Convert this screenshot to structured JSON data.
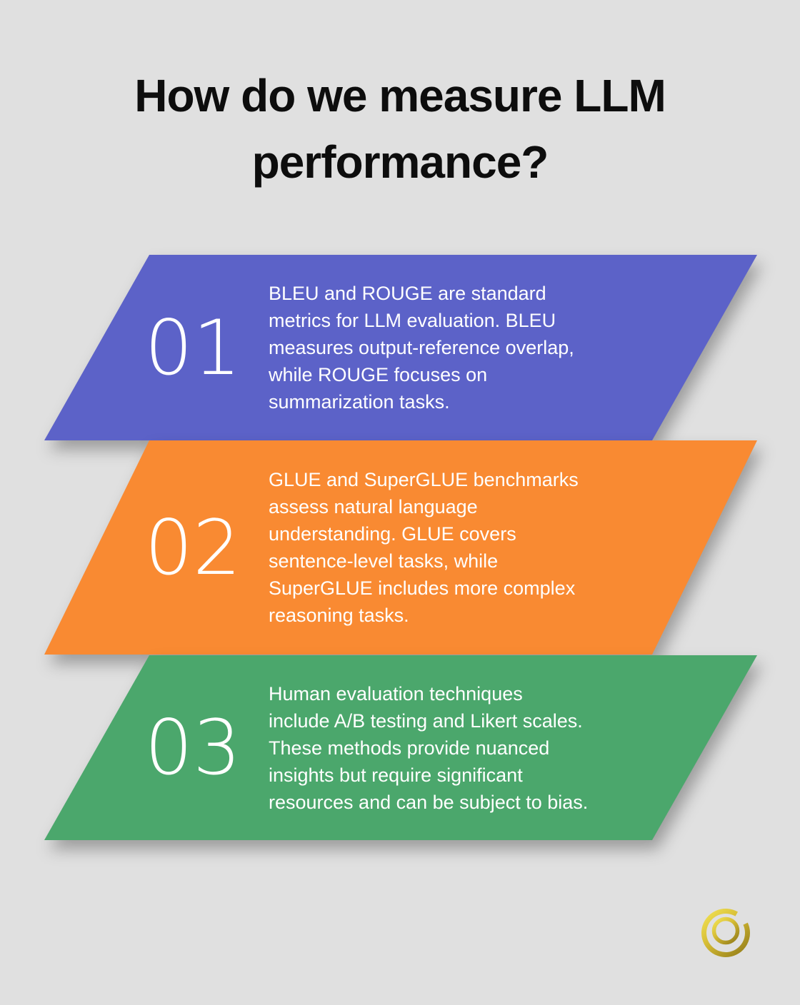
{
  "title": "How do we measure LLM\nperformance?",
  "steps": [
    {
      "number": "01",
      "color": "#5c62c8",
      "text": "BLEU and ROUGE are standard\nmetrics for LLM evaluation. BLEU\nmeasures output-reference overlap,\nwhile ROUGE focuses on\nsummarization tasks."
    },
    {
      "number": "02",
      "color": "#f98a32",
      "text": "GLUE and SuperGLUE benchmarks\nassess natural language\nunderstanding. GLUE covers\nsentence-level tasks, while\nSuperGLUE includes more complex\nreasoning tasks."
    },
    {
      "number": "03",
      "color": "#4ba76c",
      "text": "Human evaluation techniques\ninclude A/B testing and Likert scales.\nThese methods provide nuanced\ninsights but require significant\nresources and can be subject to bias."
    }
  ],
  "colors": {
    "background": "#e0e0e0",
    "title_text": "#0d0d0d",
    "banner_text": "#ffffff",
    "logo_gold_light": "#efe04e",
    "logo_gold_mid": "#d6bd35",
    "logo_gold_dark": "#9a831c"
  },
  "logo": {
    "name": "gold-q-logo"
  }
}
